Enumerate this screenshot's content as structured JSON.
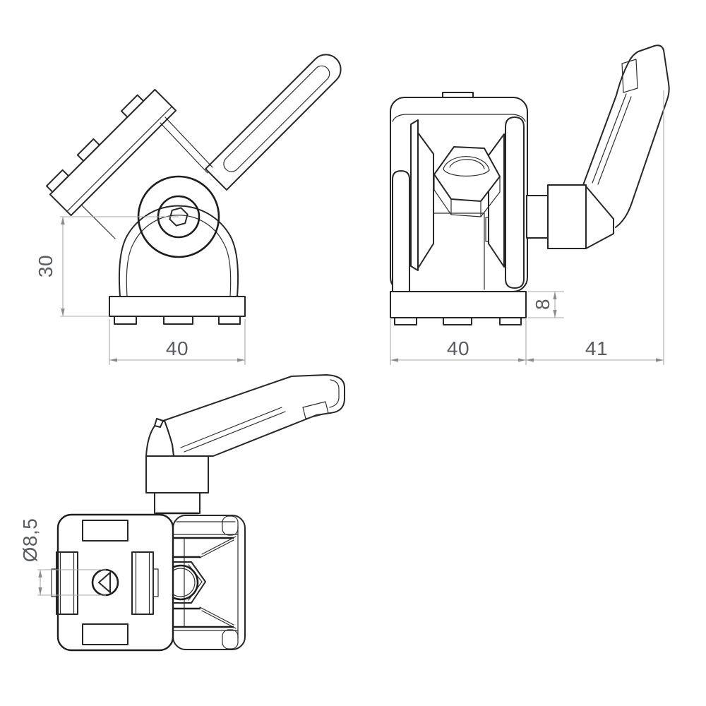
{
  "drawing": {
    "views": {
      "front": {
        "dim_center_height": "30",
        "dim_base_width": "40"
      },
      "side": {
        "dim_base_height": "8",
        "dim_body_width": "40",
        "dim_lever_reach": "41"
      },
      "top": {
        "dim_hole_diameter": "Ø8,5"
      }
    },
    "colors": {
      "object_line": "#272727",
      "dimension_line": "#a9a9a9",
      "dimension_text": "#595d62",
      "background": "#ffffff"
    }
  }
}
